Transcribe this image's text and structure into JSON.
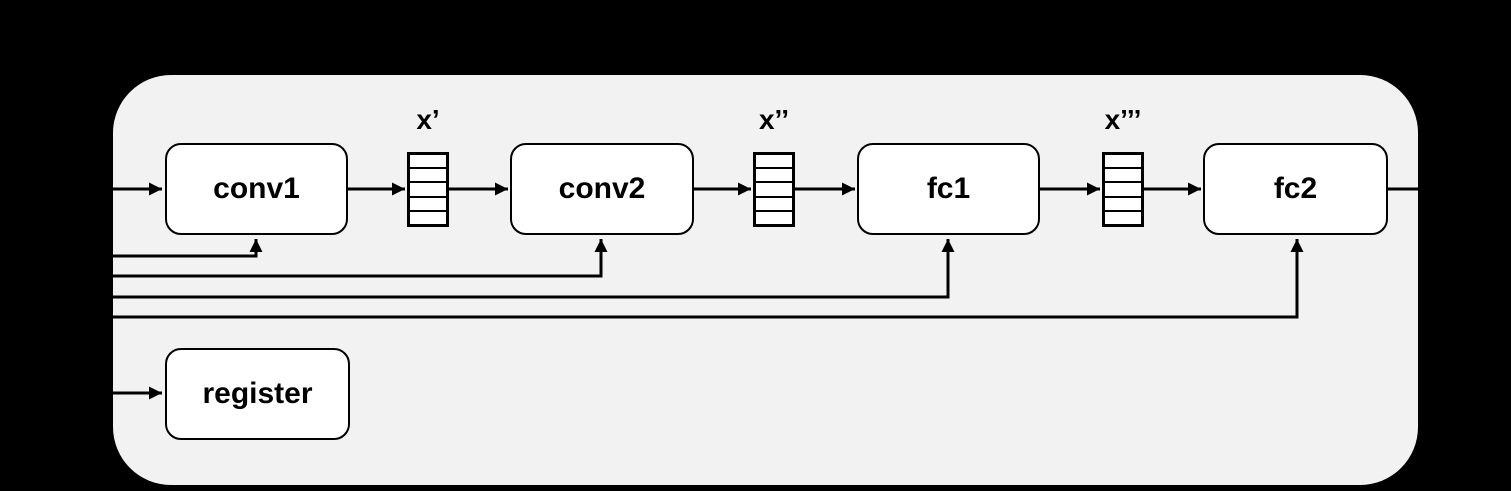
{
  "slide": {
    "background_color": "#000000",
    "panel_fill_color": "#f2f2f2",
    "node_fill_color": "#ffffff",
    "line_color": "#000000"
  },
  "diagram": {
    "nodes": [
      {
        "label": "conv1"
      },
      {
        "label": "conv2"
      },
      {
        "label": "fc1"
      },
      {
        "label": "fc2"
      },
      {
        "label": "register"
      }
    ],
    "buffers": [
      {
        "label": "x’"
      },
      {
        "label": "x’’"
      },
      {
        "label": "x’’’"
      }
    ]
  }
}
